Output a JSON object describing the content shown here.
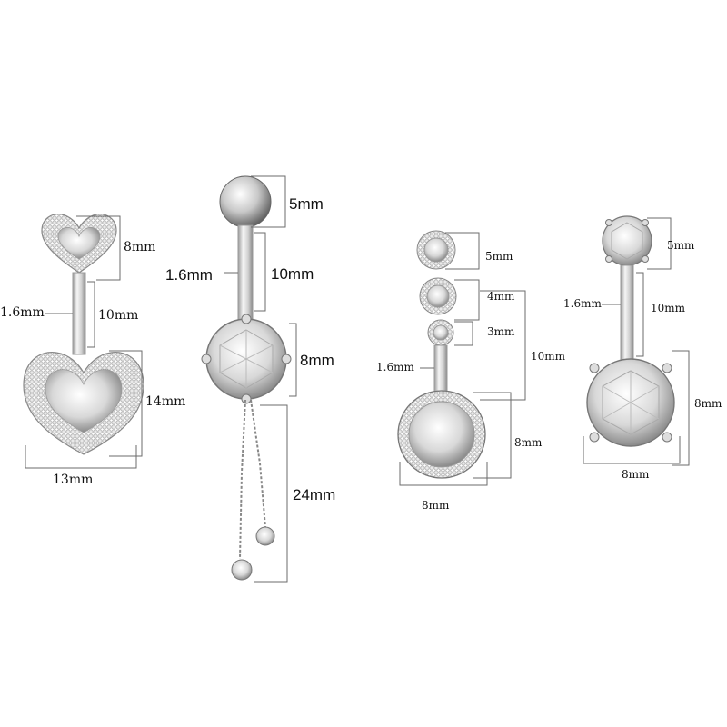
{
  "colors": {
    "metal_light": "#f4f4f4",
    "metal_dark": "#8c8c8c",
    "dimension_line": "#6b6b6b",
    "text": "#111111"
  },
  "item1": {
    "top_heart": "8mm",
    "gauge": "1.6mm",
    "bar_length": "10mm",
    "bottom_height": "14mm",
    "bottom_width": "13mm"
  },
  "item2": {
    "ball": "5mm",
    "gauge": "1.6mm",
    "bar_length": "10mm",
    "gem": "8mm",
    "dangle": "24mm"
  },
  "item3": {
    "top_gem": "5mm",
    "middle_gem": "4mm",
    "small_gem": "3mm",
    "gauge": "1.6mm",
    "bar_length": "10mm",
    "bottom_height": "8mm",
    "bottom_width": "8mm"
  },
  "item4": {
    "top_gem": "5mm",
    "gauge": "1.6mm",
    "bar_length": "10mm",
    "bottom_height": "8mm",
    "bottom_width": "8mm"
  }
}
